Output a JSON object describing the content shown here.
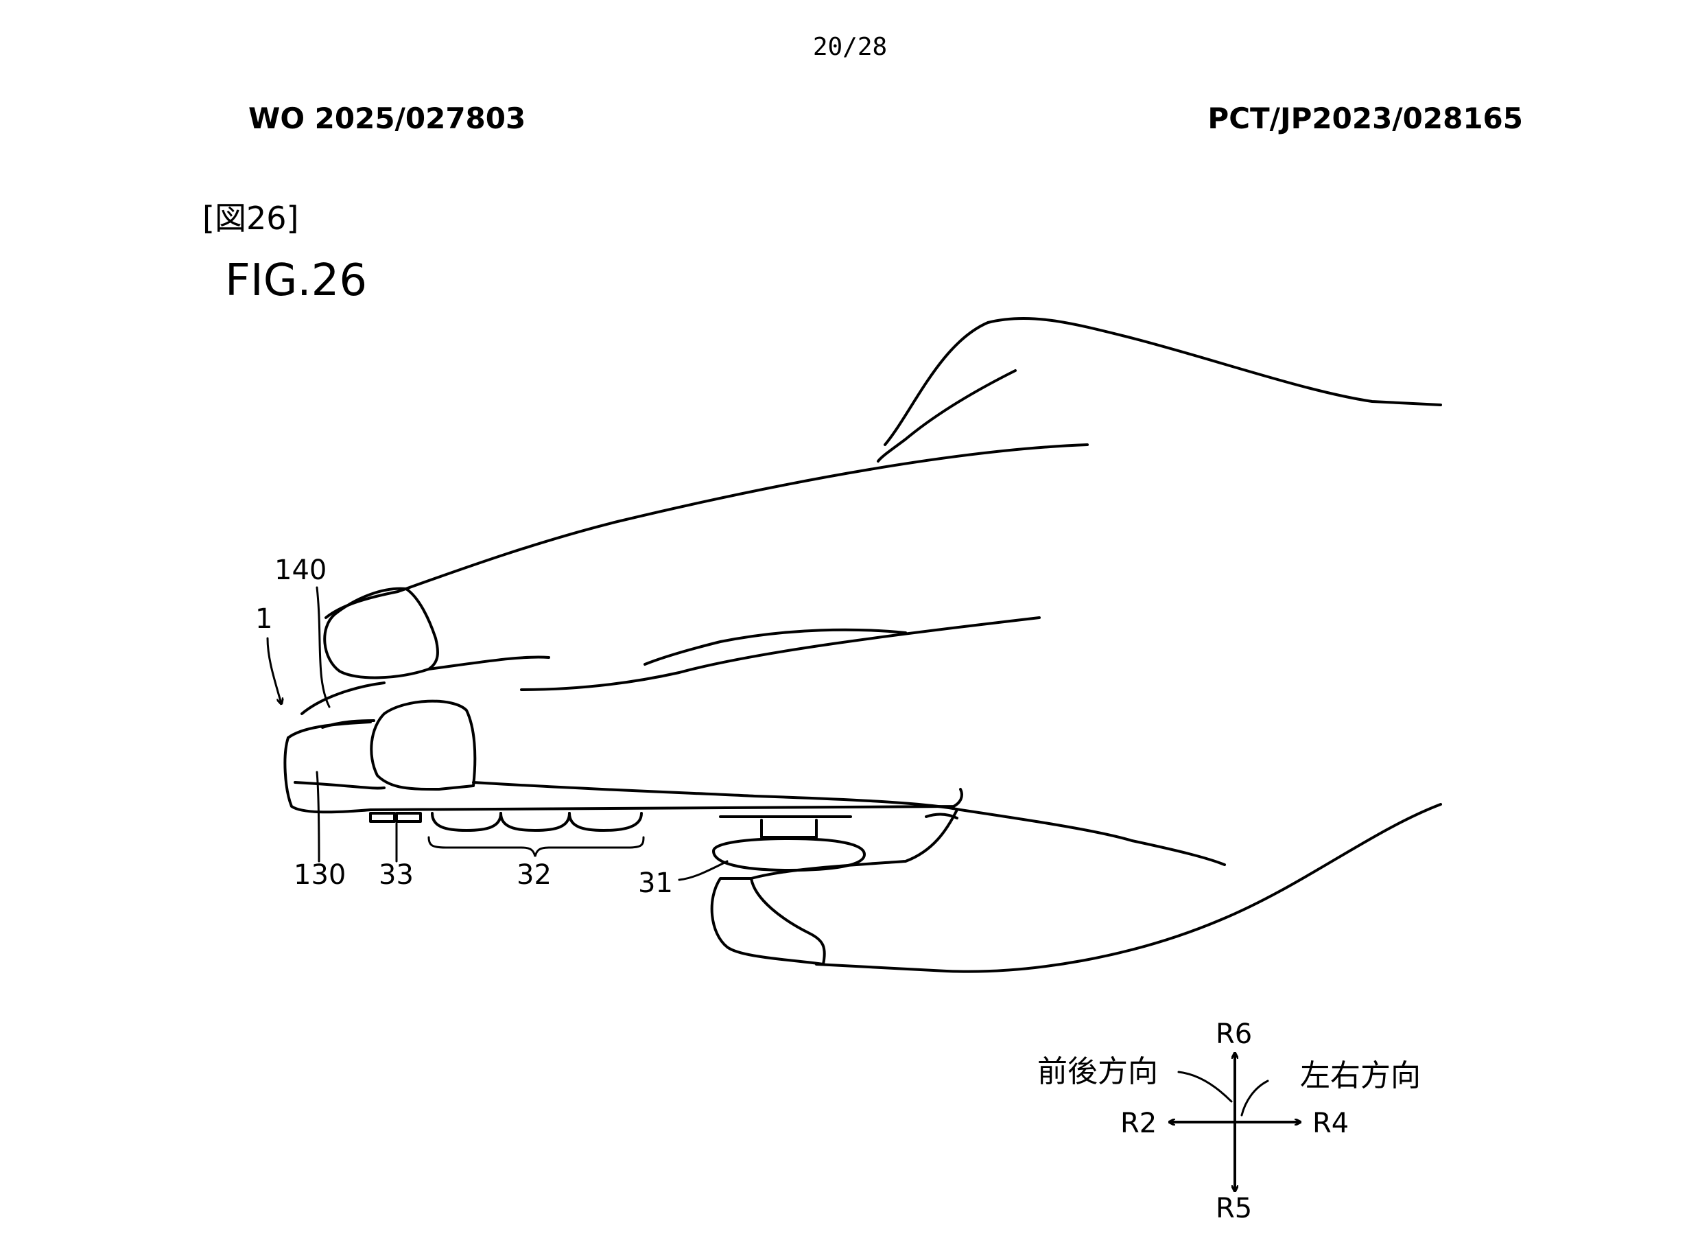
{
  "header": {
    "page_number": "20/28",
    "publication_number": "WO 2025/027803",
    "application_number": "PCT/JP2023/028165"
  },
  "figure": {
    "label_jp": "[図26]",
    "label": "FIG.26"
  },
  "reference_numerals": {
    "device": "1",
    "part_140": "140",
    "part_130": "130",
    "part_33": "33",
    "part_32": "32",
    "part_31": "31"
  },
  "direction_legend": {
    "front_back_label": "前後方向",
    "left_right_label": "左右方向",
    "up": "R6",
    "down": "R5",
    "left": "R2",
    "right": "R4"
  }
}
